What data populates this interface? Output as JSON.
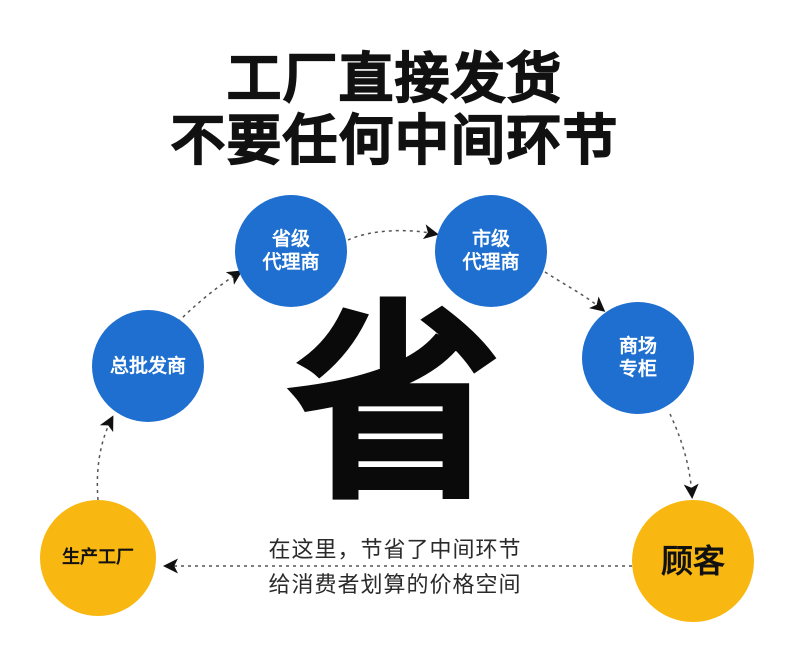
{
  "title": {
    "line1": "工厂直接发货",
    "line2": "不要任何中间环节"
  },
  "nodes": {
    "factory": {
      "line1": "生产工厂"
    },
    "wholesale": {
      "line1": "总批发商"
    },
    "provincial": {
      "line1": "省级",
      "line2": "代理商"
    },
    "city": {
      "line1": "市级",
      "line2": "代理商"
    },
    "mall": {
      "line1": "商场",
      "line2": "专柜"
    },
    "customer": {
      "line1": "顾客"
    }
  },
  "center_char": "省",
  "caption": {
    "line1": "在这里，节省了中间环节",
    "line2": "给消费者划算的价格空间"
  },
  "colors": {
    "blue_node": "#1e6fcf",
    "yellow_node": "#f9b712",
    "text_dark": "#111111"
  }
}
